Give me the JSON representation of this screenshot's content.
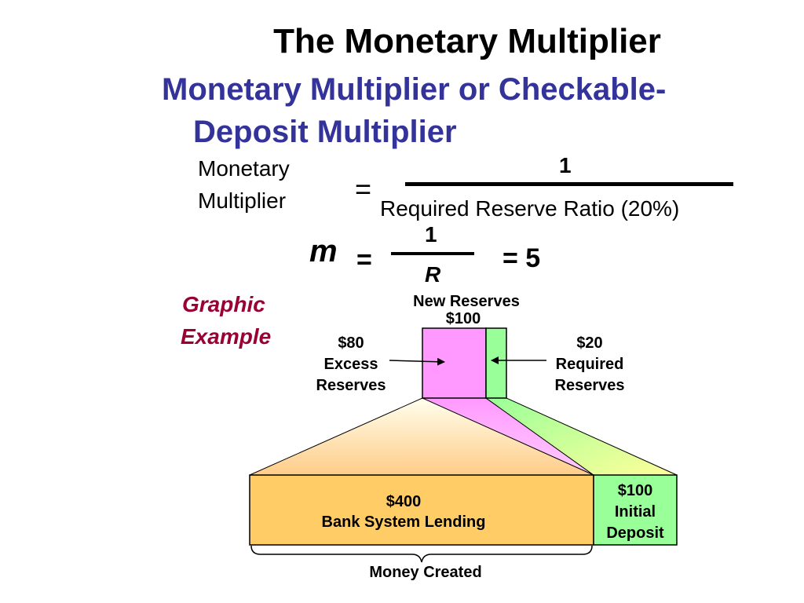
{
  "title": "The Monetary Multiplier",
  "subtitle_line1": "Monetary Multiplier or Checkable-",
  "subtitle_line2": "Deposit Multiplier",
  "formula": {
    "label_line1": "Monetary",
    "label_line2": "Multiplier",
    "equals": "=",
    "numerator": "1",
    "denominator": "Required Reserve Ratio (20%)",
    "symbol_m": "m",
    "equals2": "=",
    "numerator2": "1",
    "denominator2": "R",
    "result": "= 5"
  },
  "graphic_label": [
    "Graphic",
    "Example"
  ],
  "diagram": {
    "new_reserves_label": "New Reserves",
    "new_reserves_amount": "$100",
    "excess_amount": "$80",
    "excess_line1": "Excess",
    "excess_line2": "Reserves",
    "required_amount": "$20",
    "required_line1": "Required",
    "required_line2": "Reserves",
    "lending_amount": "$400",
    "lending_label": "Bank System Lending",
    "deposit_amount": "$100",
    "deposit_line1": "Initial",
    "deposit_line2": "Deposit",
    "money_created": "Money Created",
    "colors": {
      "excess": "#ff99ff",
      "required": "#99ff99",
      "lending": "#ffcc66",
      "deposit": "#99ff99"
    }
  }
}
